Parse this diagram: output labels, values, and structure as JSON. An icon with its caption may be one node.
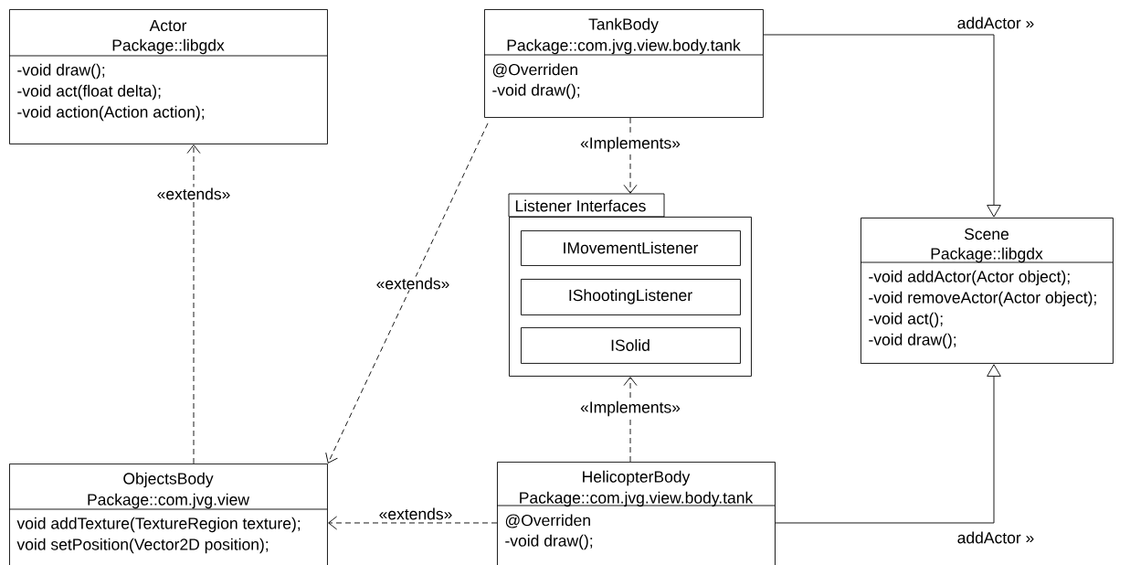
{
  "diagram": {
    "nodes": [
      {
        "text": [
          "Actor",
          "Package::libgdx",
          "-void draw();",
          "-void act(float delta);",
          "-void action(Action action);"
        ]
      },
      {
        "text": [
          "TankBody",
          "Package::com.jvg.view.body.tank",
          "@Overriden",
          "-void draw();"
        ]
      },
      {
        "text": [
          "Listener Interfaces"
        ]
      },
      {
        "text": [
          "IMovementListener"
        ],
        "in": 2
      },
      {
        "text": [
          "IShootingListener"
        ],
        "in": 2
      },
      {
        "text": [
          "ISolid"
        ],
        "in": 2
      },
      {
        "text": [
          "Scene",
          "Package::libgdx",
          "-void addActor(Actor object);",
          "-void removeActor(Actor object);",
          "-void act();",
          "-void draw();"
        ]
      },
      {
        "text": [
          "ObjectsBody",
          "Package::com.jvg.view",
          "void addTexture(TextureRegion texture);",
          "void setPosition(Vector2D position);"
        ]
      },
      {
        "text": [
          "HelicopterBody",
          "Package::com.jvg.view.body.tank",
          "@Overriden",
          "-void draw();"
        ]
      }
    ],
    "edges": [
      {
        "from": 7,
        "to": 0,
        "arrow": "to",
        "label": "«extends»",
        "style": "dashed"
      },
      {
        "from": 1,
        "to": 7,
        "arrow": "to",
        "label": "«extends»",
        "style": "dashed"
      },
      {
        "from": 1,
        "to": 2,
        "arrow": "to",
        "label": "«Implements»",
        "style": "dashed"
      },
      {
        "from": 8,
        "to": 2,
        "arrow": "to",
        "label": "«Implements»",
        "style": "dashed"
      },
      {
        "from": 8,
        "to": 7,
        "arrow": "to",
        "label": "«extends»",
        "style": "dashed"
      },
      {
        "from": 1,
        "to": 6,
        "arrow": "to",
        "label": "addActor »"
      },
      {
        "from": 8,
        "to": 6,
        "arrow": "to",
        "label": "addActor »"
      }
    ]
  }
}
